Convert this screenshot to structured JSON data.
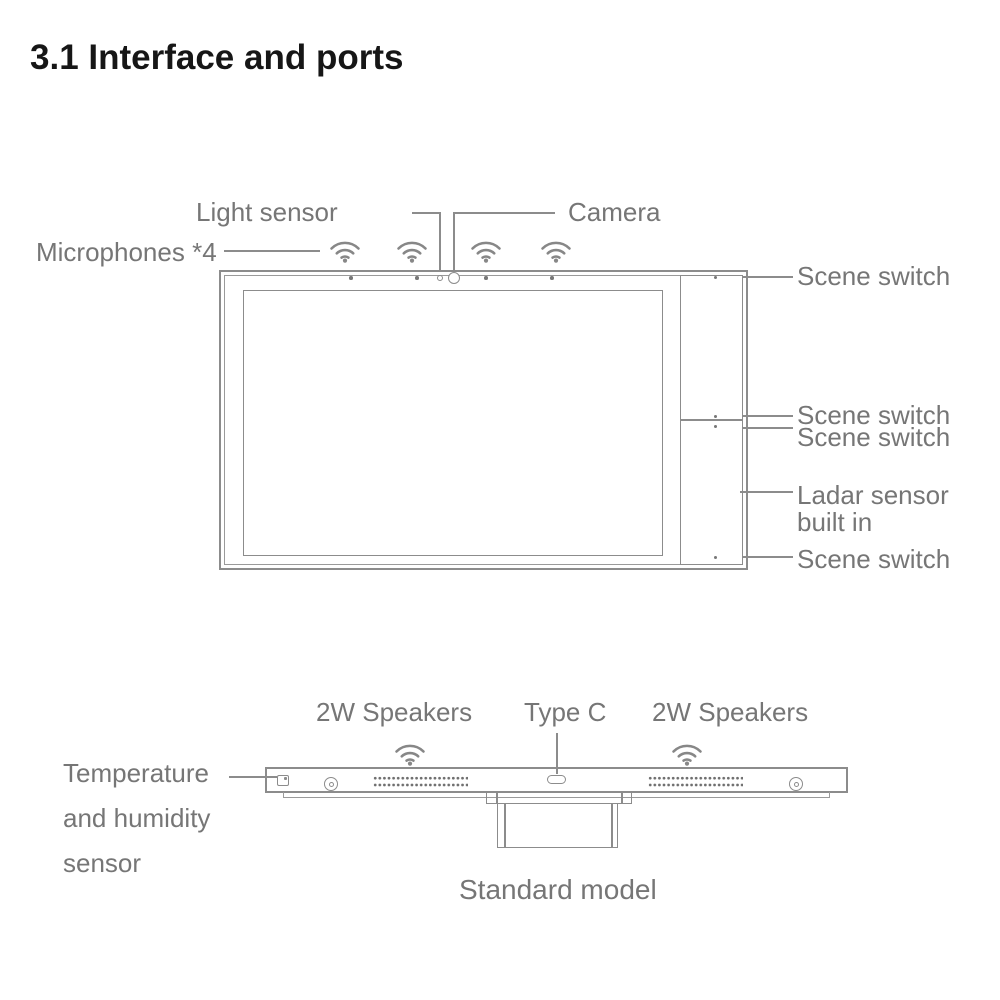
{
  "title": "3.1 Interface and ports",
  "colors": {
    "line": "#8c8c8c",
    "label_text": "#767676",
    "title_text": "#161616"
  },
  "front_view": {
    "labels": {
      "light_sensor": "Light sensor",
      "camera": "Camera",
      "microphones": "Microphones *4",
      "scene_switch_top": "Scene switch",
      "scene_switch_mid_1": "Scene switch",
      "scene_switch_mid_2": "Scene switch",
      "ladar_sensor_line_1": "Ladar sensor",
      "ladar_sensor_line_2": "built in",
      "scene_switch_bottom": "Scene switch"
    },
    "icons": {
      "microphone": "wifi-style-arcs"
    }
  },
  "bottom_view": {
    "labels": {
      "speakers_left": "2W Speakers",
      "type_c": "Type C",
      "speakers_right": "2W Speakers",
      "temperature_line_1": "Temperature",
      "temperature_line_2": "and humidity",
      "temperature_line_3": "sensor",
      "caption": "Standard model"
    },
    "icons": {
      "speaker": "wifi-style-arcs"
    }
  }
}
